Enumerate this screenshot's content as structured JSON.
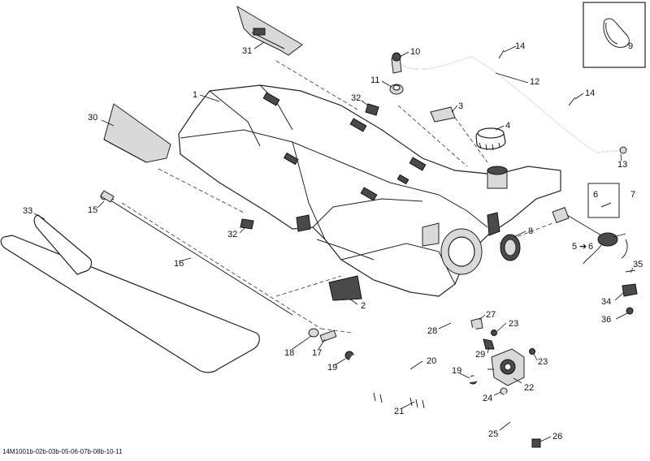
{
  "callouts": [
    {
      "id": "c1",
      "label": "1"
    },
    {
      "id": "c2",
      "label": "2"
    },
    {
      "id": "c3",
      "label": "3"
    },
    {
      "id": "c4",
      "label": "4"
    },
    {
      "id": "c5",
      "label": "5"
    },
    {
      "id": "c6",
      "label": "6"
    },
    {
      "id": "c6b",
      "label": "6"
    },
    {
      "id": "c7",
      "label": "7"
    },
    {
      "id": "c8",
      "label": "8"
    },
    {
      "id": "c9",
      "label": "9"
    },
    {
      "id": "c10",
      "label": "10"
    },
    {
      "id": "c11",
      "label": "11"
    },
    {
      "id": "c12",
      "label": "12"
    },
    {
      "id": "c13",
      "label": "13"
    },
    {
      "id": "c14a",
      "label": "14"
    },
    {
      "id": "c14b",
      "label": "14"
    },
    {
      "id": "c15",
      "label": "15"
    },
    {
      "id": "c16",
      "label": "16"
    },
    {
      "id": "c17",
      "label": "17"
    },
    {
      "id": "c18",
      "label": "18"
    },
    {
      "id": "c19a",
      "label": "19"
    },
    {
      "id": "c19b",
      "label": "19"
    },
    {
      "id": "c20",
      "label": "20"
    },
    {
      "id": "c21",
      "label": "21"
    },
    {
      "id": "c22",
      "label": "22"
    },
    {
      "id": "c23a",
      "label": "23"
    },
    {
      "id": "c23b",
      "label": "23"
    },
    {
      "id": "c24",
      "label": "24"
    },
    {
      "id": "c25",
      "label": "25"
    },
    {
      "id": "c26",
      "label": "26"
    },
    {
      "id": "c27",
      "label": "27"
    },
    {
      "id": "c28",
      "label": "28"
    },
    {
      "id": "c29",
      "label": "29"
    },
    {
      "id": "c30",
      "label": "30"
    },
    {
      "id": "c31",
      "label": "31"
    },
    {
      "id": "c32a",
      "label": "32"
    },
    {
      "id": "c32b",
      "label": "32"
    },
    {
      "id": "c33",
      "label": "33"
    },
    {
      "id": "c34",
      "label": "34"
    },
    {
      "id": "c35",
      "label": "35"
    },
    {
      "id": "c36",
      "label": "36"
    }
  ],
  "arrow_glyph": "➔",
  "footer": {
    "code": "14M1001b-02b-03b-05-06-07b-08b-10-11"
  }
}
